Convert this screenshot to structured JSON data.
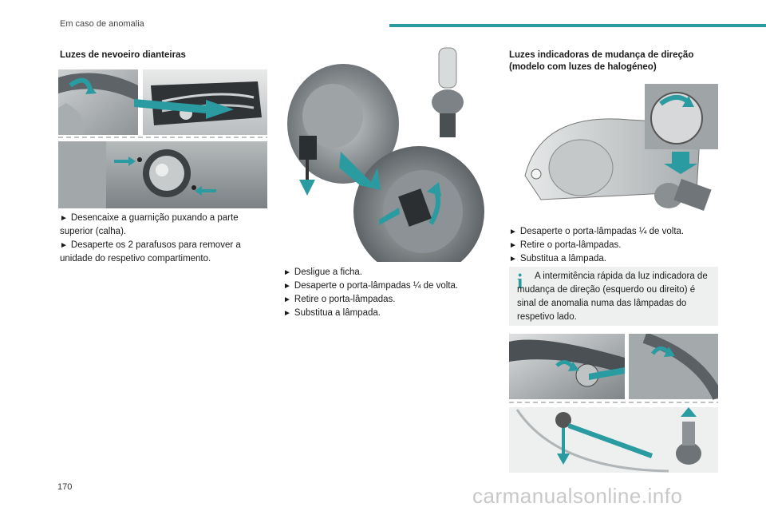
{
  "header": {
    "section": "Em caso de anomalia",
    "accent": "#2a9ba0"
  },
  "left": {
    "title": "Luzes de nevoeiro dianteiras",
    "steps": [
      "Desencaixe a guarnição puxando a parte superior (calha).",
      "Desaperte os 2 parafusos para remover a unidade do respetivo compartimento."
    ]
  },
  "middle": {
    "steps": [
      "Desligue a ficha.",
      "Desaperte o porta-lâmpadas ¼ de volta.",
      "Retire o porta-lâmpadas.",
      "Substitua a lâmpada."
    ]
  },
  "right": {
    "title": "Luzes indicadoras de mudança de direção (modelo com luzes de halogéneo)",
    "steps": [
      "Desaperte o porta-lâmpadas ¼ de volta.",
      "Retire o porta-lâmpadas.",
      "Substitua a lâmpada."
    ],
    "info": "A intermitência rápida da luz indicadora de mudança de direção (esquerdo ou direito) é sinal de anomalia numa das lâmpadas do respetivo lado."
  },
  "bullet_glyph": "►",
  "info_icon": "info-icon",
  "page_number": "170",
  "watermark": "carmanualsonline.info"
}
